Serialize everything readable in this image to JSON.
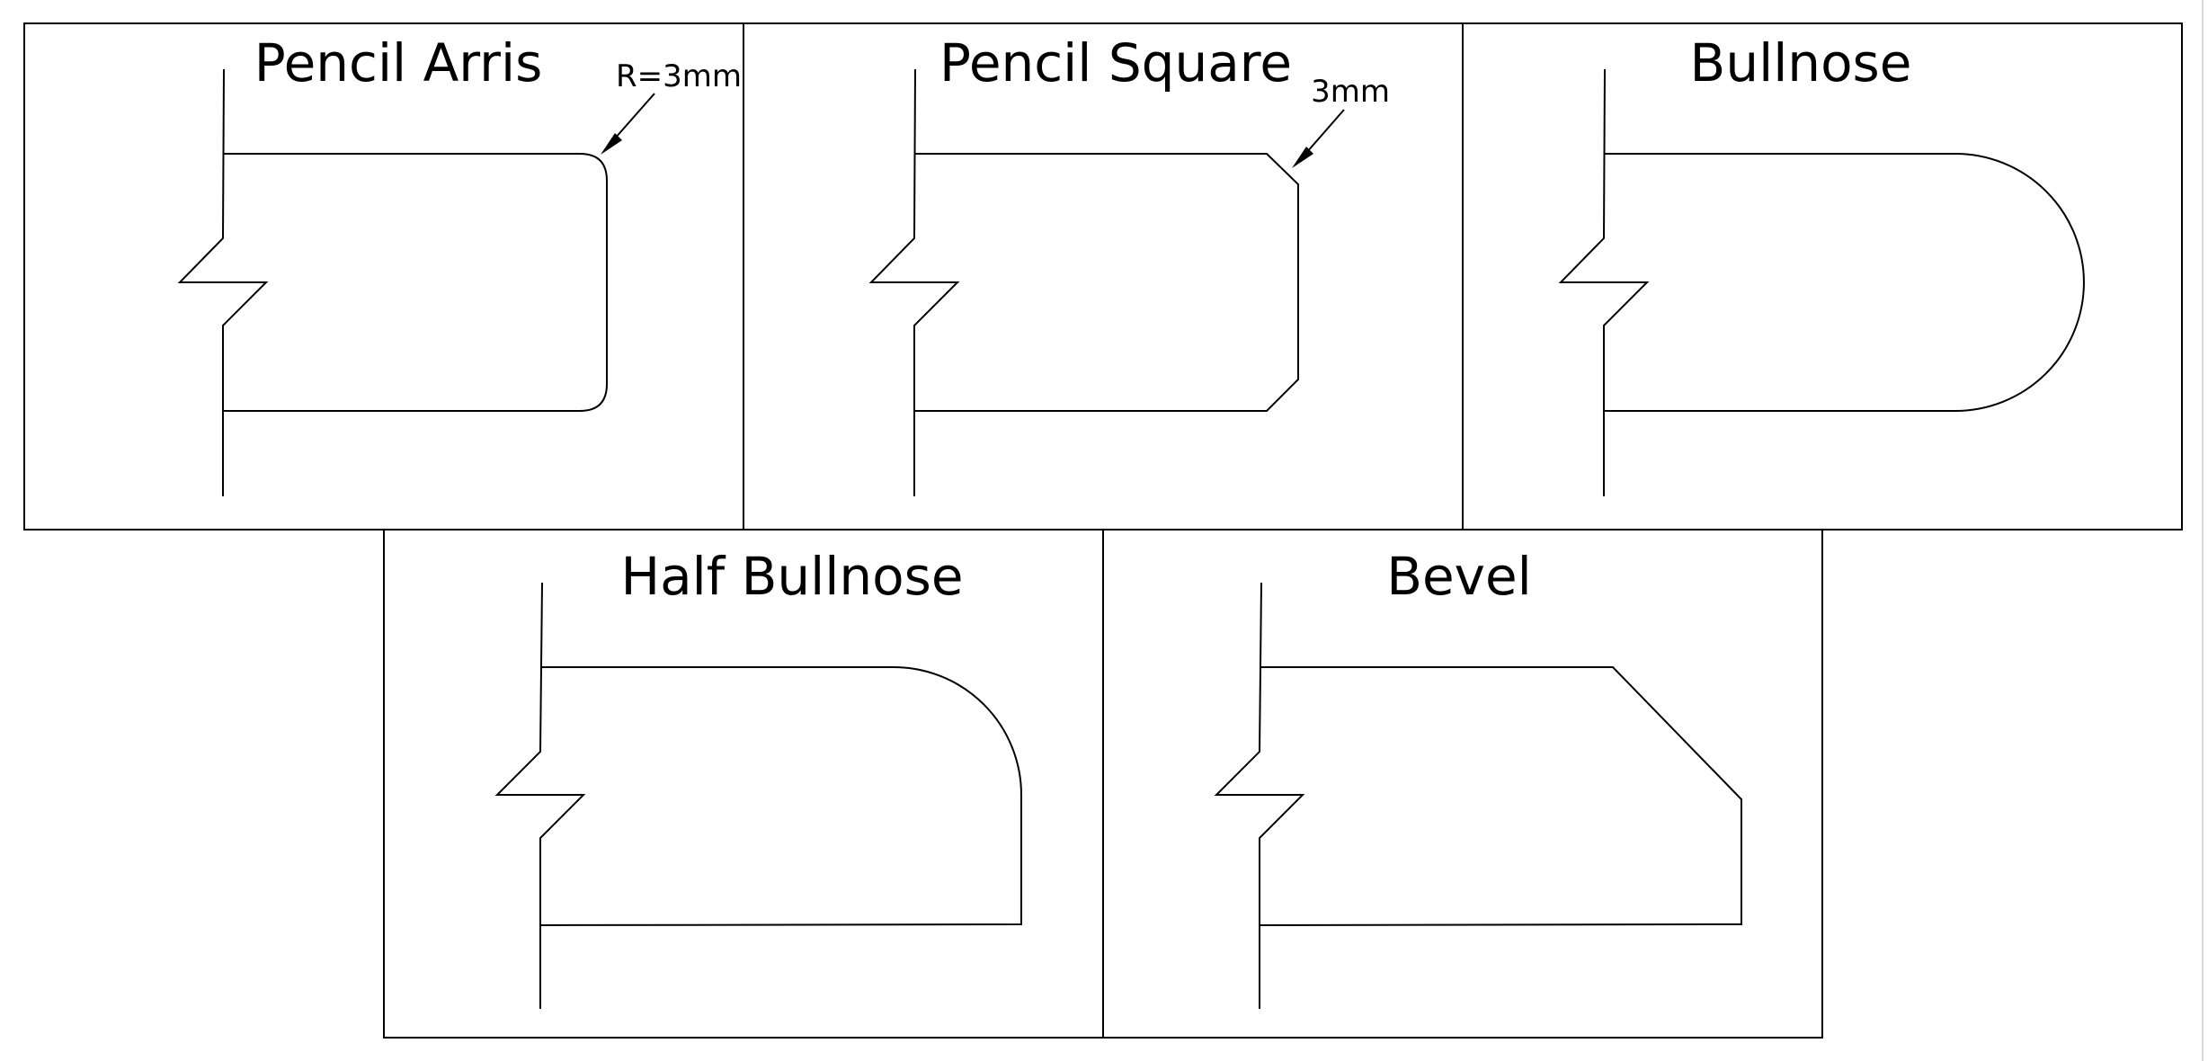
{
  "colors": {
    "line": "#000000",
    "background": "#ffffff"
  },
  "profiles": [
    {
      "title": "Pencil Arris",
      "annotation": "R=3mm"
    },
    {
      "title": "Pencil Square",
      "annotation": "3mm"
    },
    {
      "title": "Bullnose"
    },
    {
      "title": "Half Bullnose"
    },
    {
      "title": "Bevel"
    }
  ]
}
